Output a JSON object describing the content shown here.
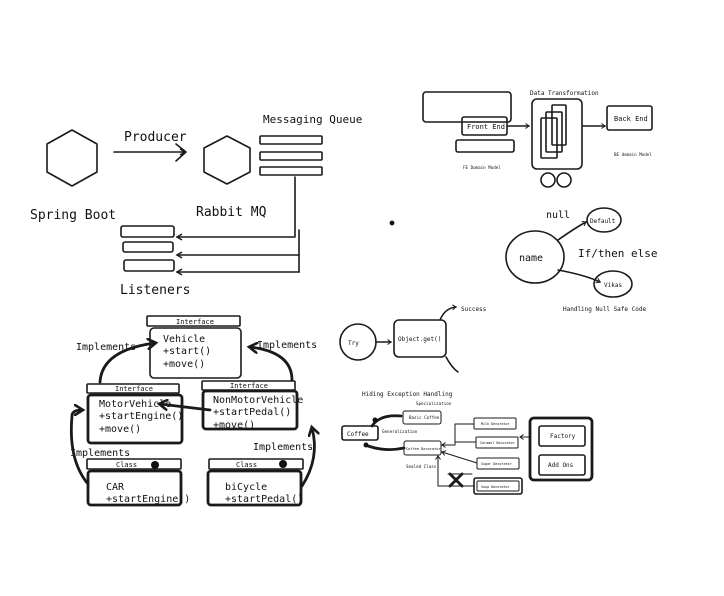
{
  "messaging": {
    "producer": "Producer",
    "spring_boot": "Spring Boot",
    "messaging_queue": "Messaging Queue",
    "rabbit_mq": "Rabbit MQ",
    "listeners": "Listeners"
  },
  "data_transformation": {
    "title": "Data Transformation",
    "front_end": "Front End",
    "back_end": "Back End",
    "fe_model": "FE Domain Model",
    "be_model": "BE domain Model"
  },
  "null_safe": {
    "null": "null",
    "default": "Default",
    "name": "name",
    "if_then_else": "If/then else",
    "vikas": "Vikas",
    "caption": "Handling Null Safe Code"
  },
  "exception": {
    "success": "Success",
    "try": "Try",
    "object_get": "Object.get()",
    "caption": "Hiding Exception Handling"
  },
  "decorator": {
    "coffee": "Coffee",
    "specialization": "Specialization",
    "basic_coffee": "Basic Coffee",
    "generalization": "Generalization",
    "coffee_decorator": "Coffee Decorator",
    "sealed_class": "Sealed Class",
    "milk_decorator": "Milk Decorator",
    "caramel_decorator": "Caramel Decorator",
    "sugar_decorator": "Sugar Decorator",
    "soup_decorator": "Soup Decorator",
    "factory": "Factory",
    "add_ons": "Add Ons"
  },
  "oop": {
    "interface_tag": "Interface",
    "class_tag": "Class",
    "implements": "Implements",
    "vehicle": [
      "Vehicle",
      "+start()",
      "+move()"
    ],
    "motor_vehicle": [
      "MotorVehicle",
      "+startEngine()",
      "+move()"
    ],
    "non_motor_vehicle": [
      "NonMotorVehicle",
      "+startPedal()",
      "+move()"
    ],
    "car": [
      "CAR",
      "+startEngine()"
    ],
    "bicycle": [
      "biCycle",
      "+startPedal()"
    ]
  }
}
